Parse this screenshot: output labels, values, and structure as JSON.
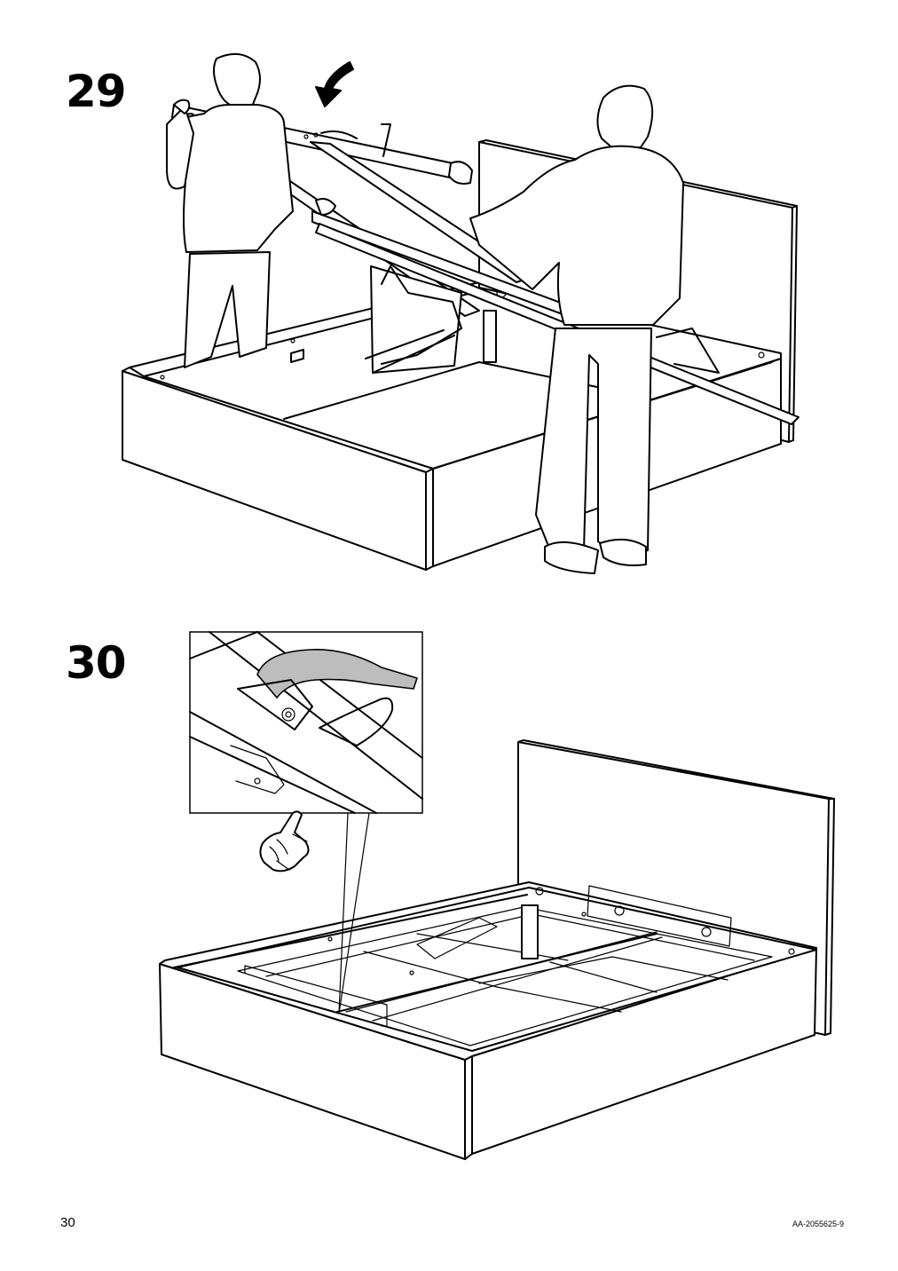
{
  "page": {
    "number": "30",
    "document_code": "AA-2055625-9"
  },
  "steps": [
    {
      "number": "29",
      "illustration_icon": "two-people-lowering-lift-up-bed-base-icon"
    },
    {
      "number": "30",
      "illustration_icon": "bed-frame-closed-with-strap-detail-icon"
    }
  ],
  "icons": {
    "arrow": "curved-down-arrow-icon",
    "hand": "pointing-hand-icon",
    "detail": "strap-detail-callout-icon"
  }
}
